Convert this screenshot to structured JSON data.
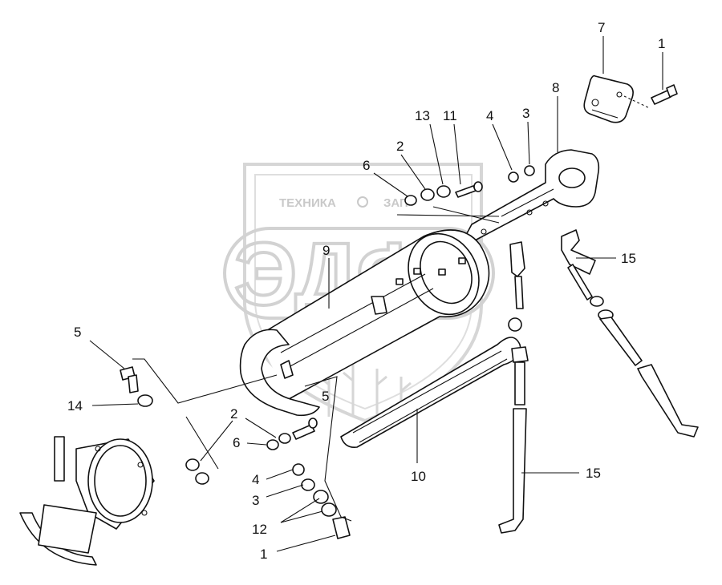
{
  "watermark": {
    "brand_text": "ТЕХНИКА",
    "brand_text_2": "ЗАП",
    "logo_letters": "ЭДФ"
  },
  "callouts": [
    {
      "id": "c7",
      "label": "7"
    },
    {
      "id": "c1-top",
      "label": "1"
    },
    {
      "id": "c8",
      "label": "8"
    },
    {
      "id": "c4-top",
      "label": "4"
    },
    {
      "id": "c3-top",
      "label": "3"
    },
    {
      "id": "c13",
      "label": "13"
    },
    {
      "id": "c11",
      "label": "11"
    },
    {
      "id": "c2-top",
      "label": "2"
    },
    {
      "id": "c6-top",
      "label": "6"
    },
    {
      "id": "c9",
      "label": "9"
    },
    {
      "id": "c15-top",
      "label": "15"
    },
    {
      "id": "c5-left",
      "label": "5"
    },
    {
      "id": "c14",
      "label": "14"
    },
    {
      "id": "c5-mid",
      "label": "5"
    },
    {
      "id": "c2-bottom",
      "label": "2"
    },
    {
      "id": "c6-bottom",
      "label": "6"
    },
    {
      "id": "c10",
      "label": "10"
    },
    {
      "id": "c15-bottom",
      "label": "15"
    },
    {
      "id": "c4-bottom",
      "label": "4"
    },
    {
      "id": "c3-bottom",
      "label": "3"
    },
    {
      "id": "c12",
      "label": "12"
    },
    {
      "id": "c1-bottom",
      "label": "1"
    }
  ]
}
